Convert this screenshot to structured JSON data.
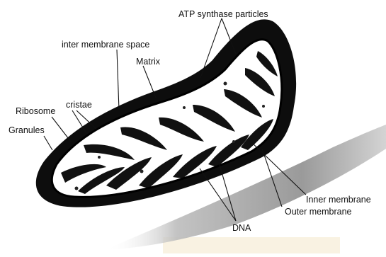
{
  "labels": {
    "atp": "ATP synthase particles",
    "inter": "inter membrane space",
    "matrix": "Matrix",
    "cristae": "cristae",
    "ribosome": "Ribosome",
    "granules": "Granules",
    "inner": "Inner membrane",
    "outer": "Outer membrane",
    "dna": "DNA"
  },
  "colors": {
    "membrane": "#0d0d0d",
    "interior": "#ffffff",
    "shadow": "#9a9a9a",
    "watermark": "#f4e7c9"
  }
}
